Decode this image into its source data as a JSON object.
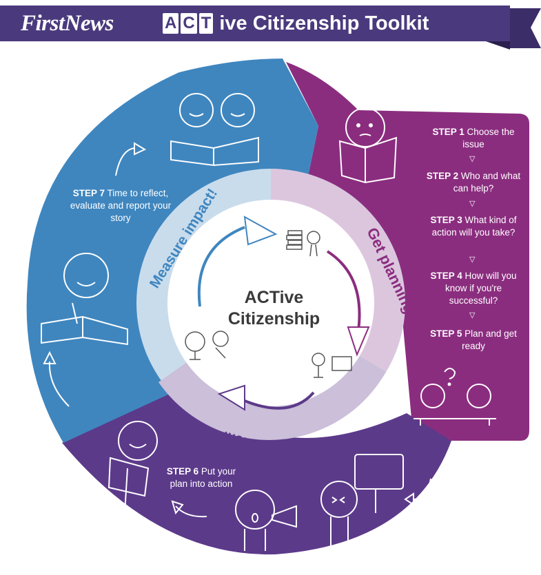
{
  "header": {
    "brand": "FirstNews",
    "title_boxed_letters": [
      "A",
      "C",
      "T"
    ],
    "title_rest": "ive Citizenship Toolkit"
  },
  "center": {
    "line1": "ACTive",
    "line2": "Citizenship"
  },
  "ring_labels": {
    "get_planning": "Get planning!",
    "take_action": "Take action!",
    "measure_impact": "Measure impact!"
  },
  "steps": [
    {
      "label": "STEP 1",
      "text": "Choose the issue"
    },
    {
      "label": "STEP 2",
      "text": "Who and what can help?"
    },
    {
      "label": "STEP 3",
      "text": "What kind of action will you take?"
    },
    {
      "label": "STEP 4",
      "text": "How will you know if you're successful?"
    },
    {
      "label": "STEP 5",
      "text": "Plan and get ready"
    },
    {
      "label": "STEP 6",
      "text": "Put your plan into action"
    },
    {
      "label": "STEP 7",
      "text": "Time to reflect, evaluate and report your story"
    }
  ],
  "colors": {
    "banner": "#4a3a7d",
    "planning": "#8b2d7f",
    "action": "#5c3a8a",
    "impact": "#3f86bf",
    "ring_planning": "#dcc6de",
    "ring_action": "#cbbfd9",
    "ring_impact": "#c9dcec"
  },
  "icons": [
    "reading-boy-icon",
    "two-kids-reading-icon",
    "kids-thinking-icon",
    "girl-with-book-icon",
    "boy-megaphone-icon",
    "girl-with-sign-icon",
    "boy-writing-icon",
    "globe-kid-icon",
    "kid-with-books-icon",
    "kid-with-paper-icon"
  ]
}
